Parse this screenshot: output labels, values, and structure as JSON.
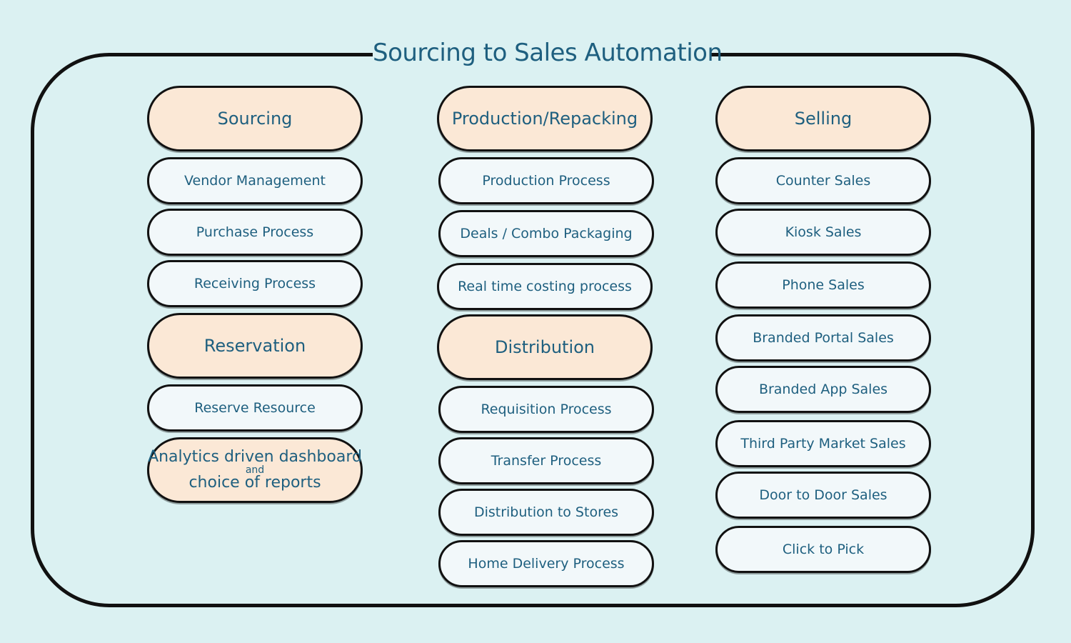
{
  "title": "Sourcing to Sales Automation",
  "columns": {
    "left": {
      "sourcing_header": "Sourcing",
      "sourcing_items": [
        "Vendor Management",
        "Purchase Process",
        "Receiving Process"
      ],
      "reservation_header": "Reservation",
      "reservation_items": [
        "Reserve Resource"
      ],
      "analytics": {
        "line1": "Analytics driven dashboard",
        "line2": "and",
        "line3": "choice of reports"
      }
    },
    "middle": {
      "production_header": "Production/Repacking",
      "production_items": [
        "Production Process",
        "Deals / Combo Packaging",
        "Real time costing process"
      ],
      "distribution_header": "Distribution",
      "distribution_items": [
        "Requisition Process",
        "Transfer Process",
        "Distribution to Stores",
        "Home Delivery Process"
      ]
    },
    "right": {
      "selling_header": "Selling",
      "selling_items": [
        "Counter Sales",
        "Kiosk Sales",
        "Phone Sales",
        "Branded Portal Sales",
        "Branded App Sales",
        "Third Party Market Sales",
        "Door to Door Sales",
        "Click to Pick"
      ]
    }
  }
}
